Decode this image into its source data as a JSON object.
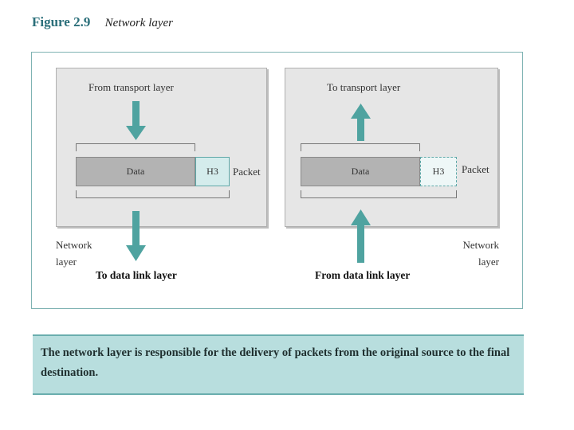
{
  "figure": {
    "number": "Figure 2.9",
    "name": "Network layer"
  },
  "left_panel": {
    "top_label": "From transport layer",
    "bottom_label": "To data link layer",
    "side_label": "Network layer",
    "data_label": "Data",
    "header_label": "H3",
    "packet_label": "Packet"
  },
  "right_panel": {
    "top_label": "To transport layer",
    "bottom_label": "From data link layer",
    "side_label": "Network layer",
    "data_label": "Data",
    "header_label": "H3",
    "packet_label": "Packet"
  },
  "caption": "The network layer is responsible for the delivery of packets from the original source to the final destination.",
  "colors": {
    "arrow": "#4fa3a0",
    "header_fill": "#d4ecec",
    "caption_bg": "#b8dede"
  }
}
